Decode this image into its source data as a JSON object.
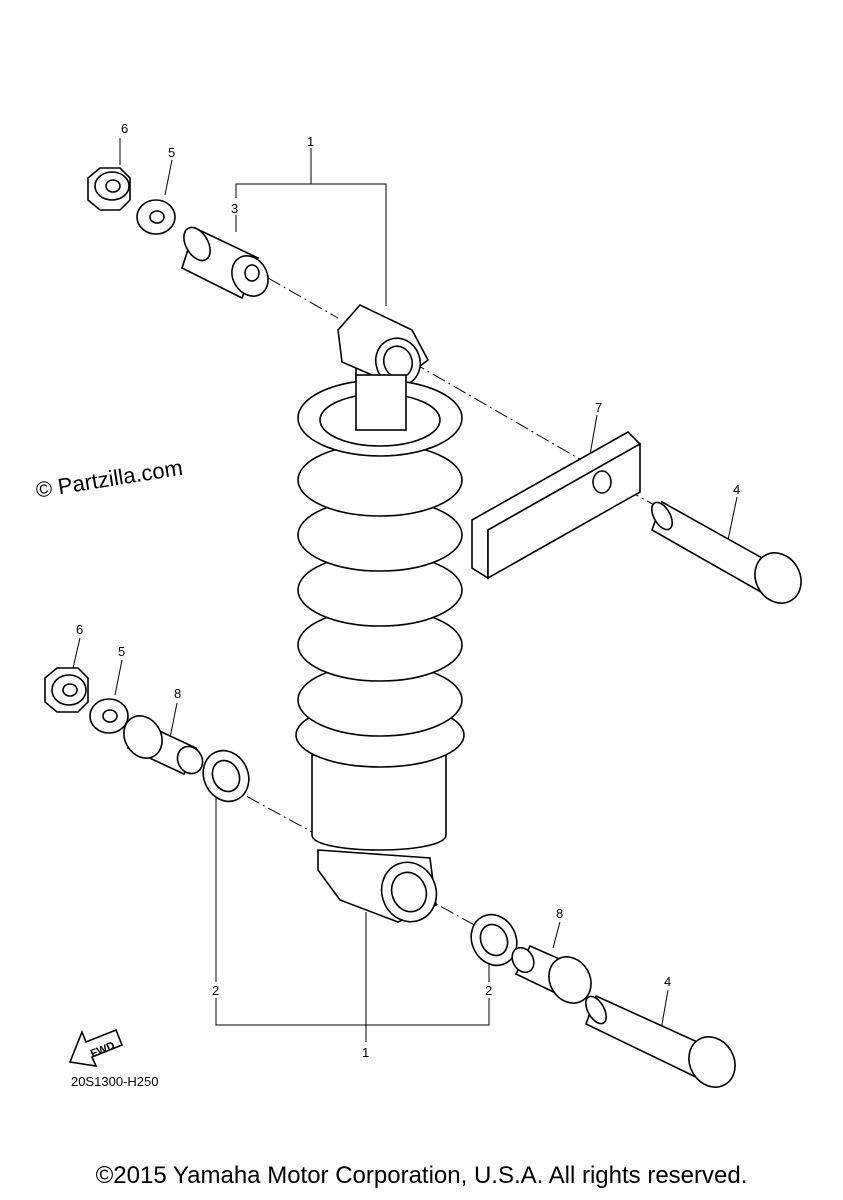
{
  "watermark": "© Partzilla.com",
  "diagram_code": "20S1300-H250",
  "fwd_label": "FWD",
  "copyright": "©2015 Yamaha Motor Corporation, U.S.A. All rights reserved.",
  "callouts": {
    "c1_top": "1",
    "c1_bottom": "1",
    "c2_left": "2",
    "c2_right": "2",
    "c3": "3",
    "c4_upper": "4",
    "c4_lower": "4",
    "c5_upper": "5",
    "c5_lower": "5",
    "c6_upper": "6",
    "c6_lower": "6",
    "c7": "7",
    "c8_left": "8",
    "c8_right": "8"
  }
}
